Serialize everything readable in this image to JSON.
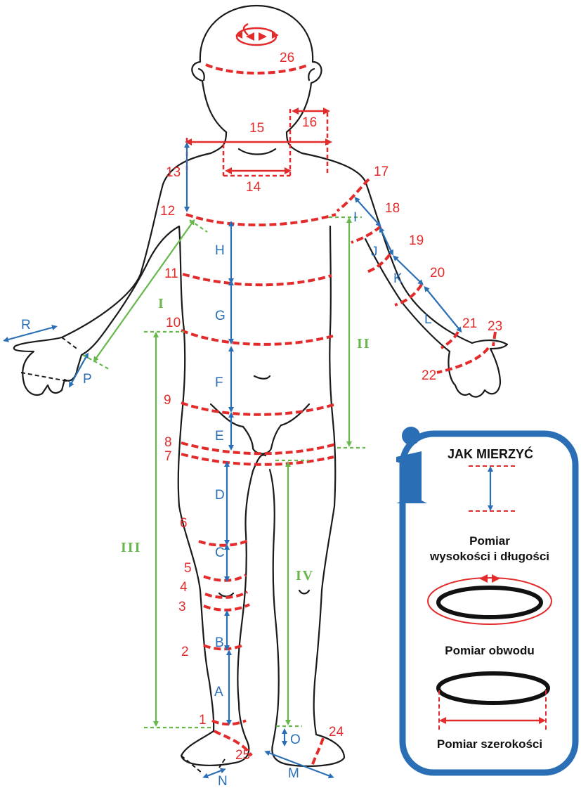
{
  "measure_numbers": [
    "1",
    "2",
    "3",
    "4",
    "5",
    "6",
    "7",
    "8",
    "9",
    "10",
    "11",
    "12",
    "13",
    "14",
    "15",
    "16",
    "17",
    "18",
    "19",
    "20",
    "21",
    "22",
    "23",
    "24",
    "25",
    "26"
  ],
  "segment_letters": [
    "A",
    "B",
    "C",
    "D",
    "E",
    "F",
    "G",
    "H",
    "I",
    "J",
    "K",
    "L",
    "M",
    "N",
    "O",
    "P",
    "R"
  ],
  "roman_numerals": [
    "I",
    "II",
    "III",
    "IV"
  ],
  "colors": {
    "circumference": "#e32b2b",
    "length": "#2a6fb5",
    "long_length": "#66b84b",
    "info_frame": "#2a6fb5",
    "outline": "#1a1a1a"
  },
  "info": {
    "title": "JAK MIERZYĆ",
    "height_label_line1": "Pomiar",
    "height_label_line2": "wysokości i długości",
    "circumference_label": "Pomiar obwodu",
    "width_label": "Pomiar szerokości",
    "info_icon": "info-i-icon"
  }
}
